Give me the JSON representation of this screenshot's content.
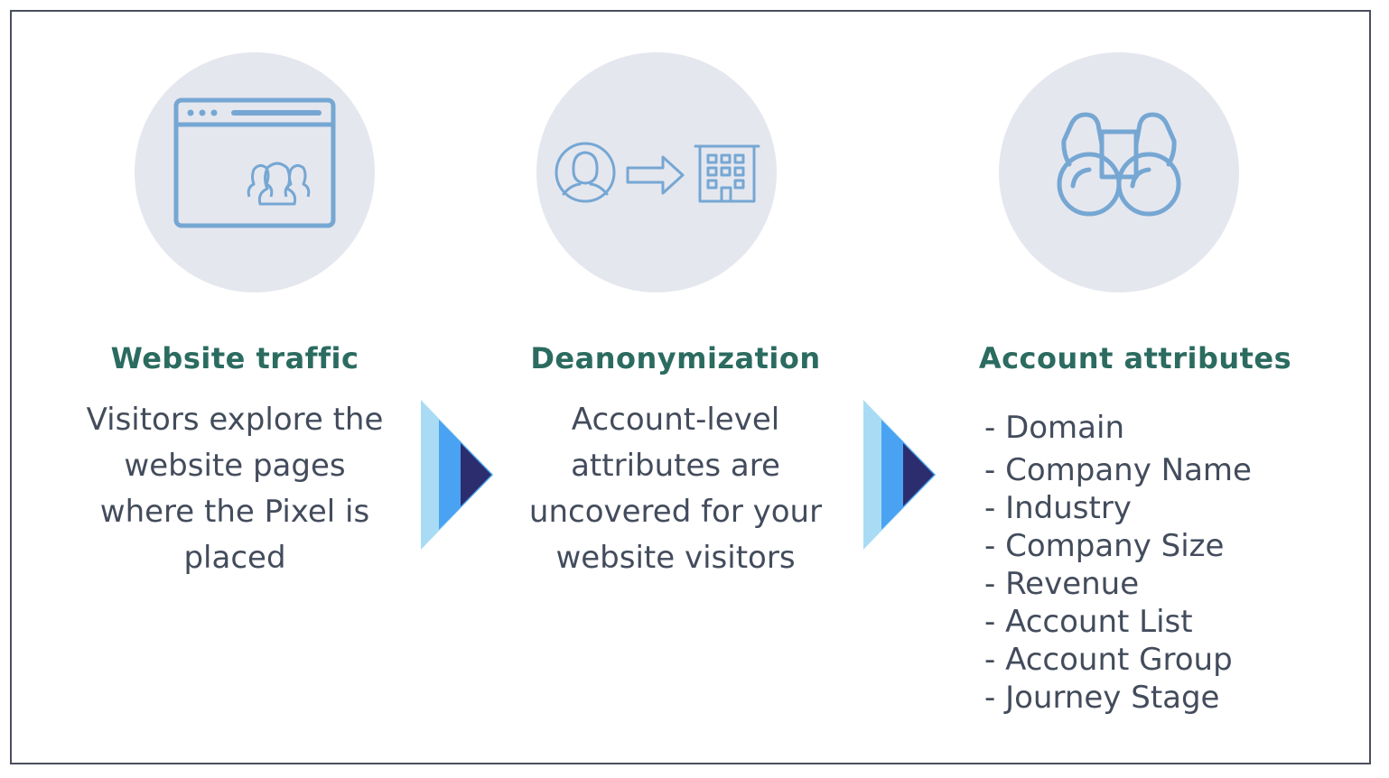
{
  "colors": {
    "heading": "#2b6b60",
    "body_text": "#434c5c",
    "icon_stroke": "#76a7d3",
    "circle_bg": "#e5e7ef",
    "arrow_light": "#a9dcf4",
    "arrow_mid": "#4aa3f2",
    "arrow_dark": "#2c2d6e",
    "frame_border": "#4a4f5c"
  },
  "steps": [
    {
      "icon": "browser-window-users-icon",
      "heading": "Website traffic",
      "description_lines": [
        "Visitors explore the",
        "website pages",
        "where the Pixel is",
        "placed"
      ]
    },
    {
      "icon": "person-arrow-building-icon",
      "heading": "Deanonymization",
      "description_lines": [
        "Account-level",
        "attributes are",
        "uncovered for your",
        "website visitors"
      ]
    },
    {
      "icon": "binoculars-icon",
      "heading": "Account attributes",
      "attributes": [
        "- Domain",
        "- Company Name",
        "- Industry",
        "- Company Size",
        "- Revenue",
        "- Account List",
        "- Account Group",
        "- Journey Stage"
      ]
    }
  ],
  "connectors": [
    "chevron-arrow-icon",
    "chevron-arrow-icon"
  ]
}
